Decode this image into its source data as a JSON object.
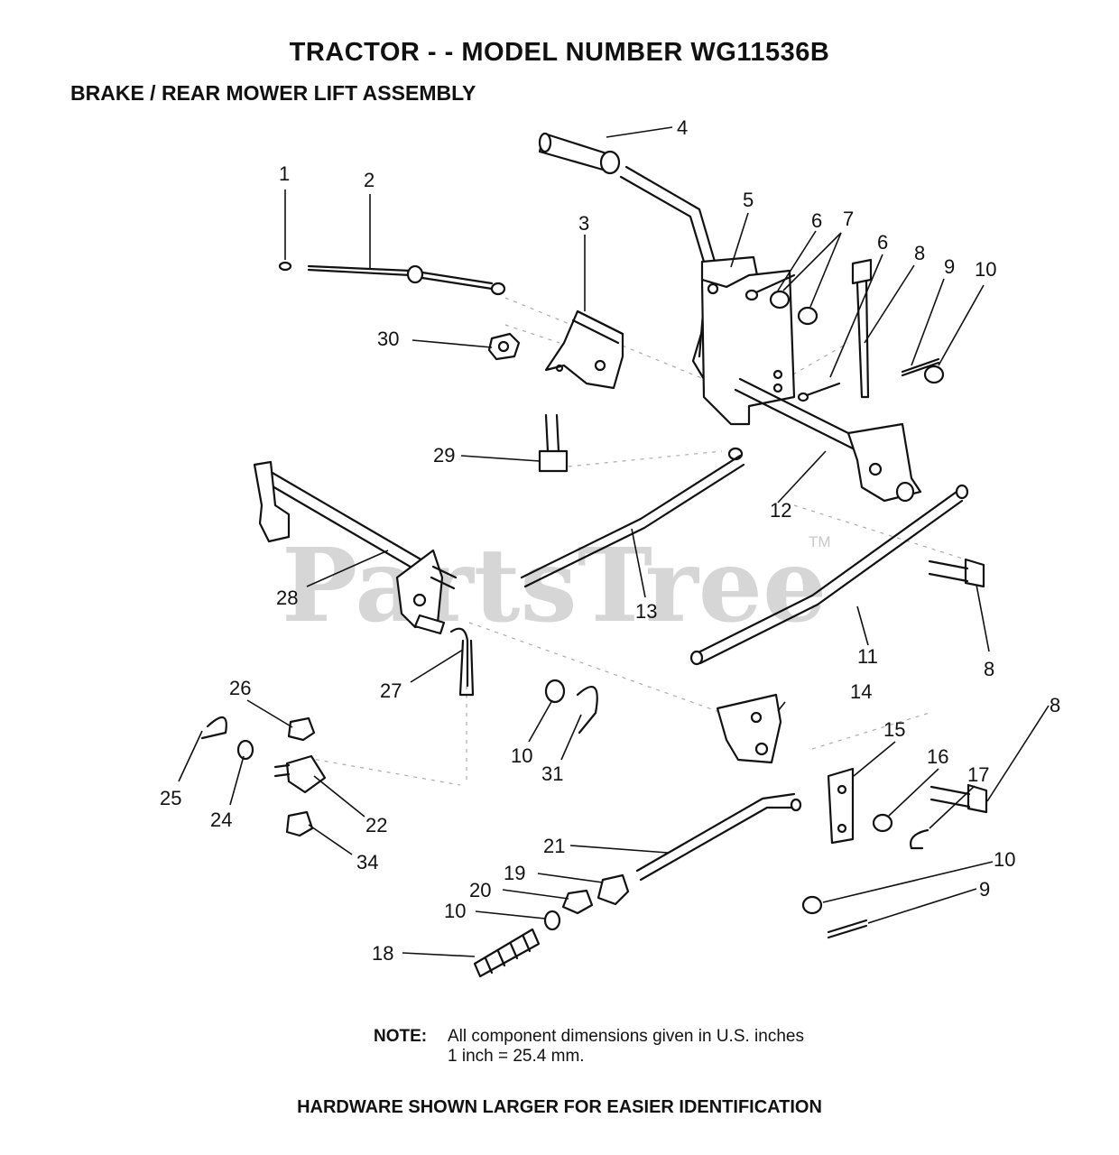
{
  "header": {
    "title": "TRACTOR - - MODEL NUMBER WG11536B",
    "subtitle": "BRAKE / REAR MOWER LIFT ASSEMBLY"
  },
  "watermark": {
    "text": "PartsTree",
    "tm": "TM"
  },
  "callouts": {
    "c1": "1",
    "c2": "2",
    "c3": "3",
    "c4": "4",
    "c5": "5",
    "c6a": "6",
    "c7": "7",
    "c6b": "6",
    "c8a": "8",
    "c9a": "9",
    "c10a": "10",
    "c30": "30",
    "c29": "29",
    "c12": "12",
    "c28": "28",
    "c13": "13",
    "c11": "11",
    "c8b": "8",
    "c27": "27",
    "c26": "26",
    "c14": "14",
    "c8c": "8",
    "c15": "15",
    "c16": "16",
    "c17": "17",
    "c10b": "10",
    "c31": "31",
    "c25": "25",
    "c24": "24",
    "c22": "22",
    "c34": "34",
    "c21": "21",
    "c19": "19",
    "c20": "20",
    "c10c": "10",
    "c10d": "10",
    "c9b": "9",
    "c18": "18"
  },
  "note": {
    "label": "NOTE:",
    "line1": "All component dimensions given in U.S. inches",
    "line2": "1 inch = 25.4 mm."
  },
  "footer": "HARDWARE SHOWN LARGER FOR EASIER IDENTIFICATION"
}
